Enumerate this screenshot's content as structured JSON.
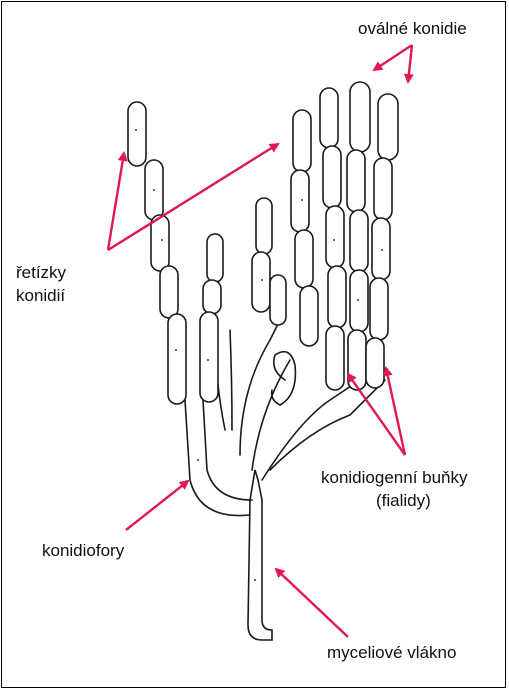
{
  "figure": {
    "labels": {
      "oval_conidia": "oválné konidie",
      "conidia_chains_line1": "řetízky",
      "conidia_chains_line2": "konidií",
      "conidiogenous_cells_line1": "konidiogenní buňky",
      "conidiogenous_cells_line2": "(fialidy)",
      "conidiophores": "konidiofory",
      "mycelial_hypha": "myceliové vlákno"
    },
    "colors": {
      "arrow": "#e0194f",
      "outline": "#1a1a1a",
      "border": "#000000",
      "background": "#ffffff"
    },
    "icon": "fungal-conidiophore-drawing"
  }
}
